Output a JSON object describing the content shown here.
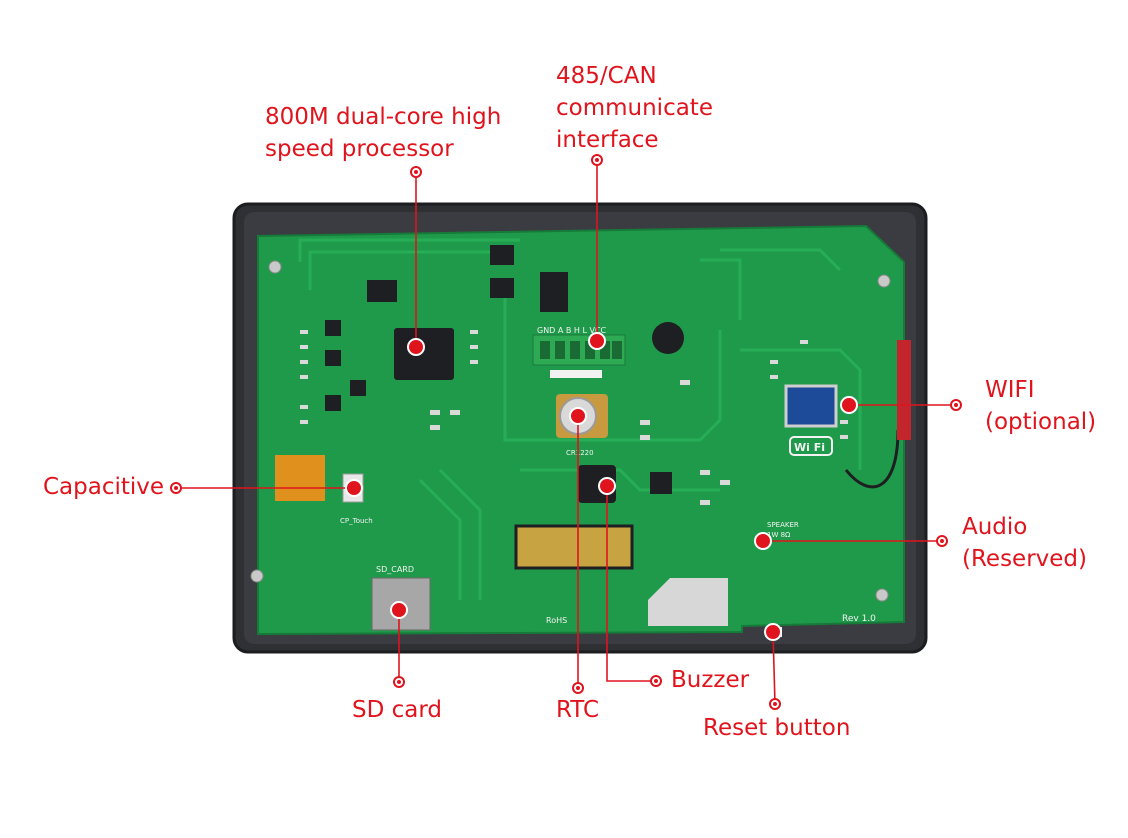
{
  "colors": {
    "accent": "#e0141d",
    "case": "#2e3034",
    "case_edge": "#1c1d20",
    "pcb": "#1f9a4a",
    "pcb_dark": "#167a39",
    "trace": "#27ad55",
    "chip": "#1e1f22",
    "terminal": "#2eaa55",
    "silk": "#f2f2f2"
  },
  "callouts": {
    "processor": "800M dual-core high\nspeed processor",
    "interface": "485/CAN\ncommunicate\ninterface",
    "wifi": "WIFI\n(optional)",
    "capacitive": "Capacitive",
    "audio": "Audio\n(Reserved)",
    "sd_card": "SD card",
    "rtc": "RTC",
    "buzzer": "Buzzer",
    "reset": "Reset button"
  },
  "board": {
    "terminal_pins": "GND  A   B   H   L  VCC",
    "sd_label": "SD_CARD",
    "touch_label": "CP_Touch",
    "speaker_label": "SPEAKER",
    "speaker_spec": "1W 8Ω",
    "wifi_logo": "Wi Fi",
    "battery_label": "CR1220",
    "rev": "Rev 1.0",
    "rohs": "RoHS"
  }
}
